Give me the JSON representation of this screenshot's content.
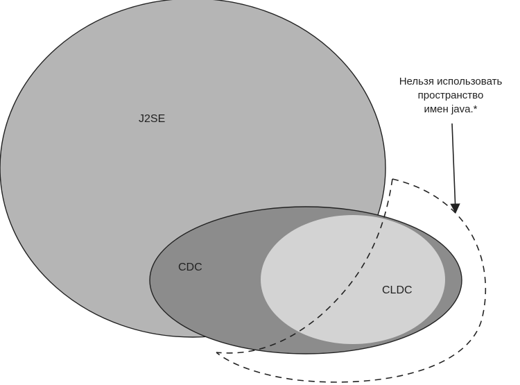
{
  "sets": {
    "j2se": {
      "label": "J2SE",
      "fill": "#b5b5b5"
    },
    "cdc": {
      "label": "CDC",
      "fill": "#8c8c8c"
    },
    "cldc": {
      "label": "CLDC",
      "fill": "#d3d3d3"
    }
  },
  "annotation": {
    "lines": [
      "Нельзя использовать",
      "пространство",
      "имен java.*"
    ]
  },
  "stroke_color": "#222222"
}
